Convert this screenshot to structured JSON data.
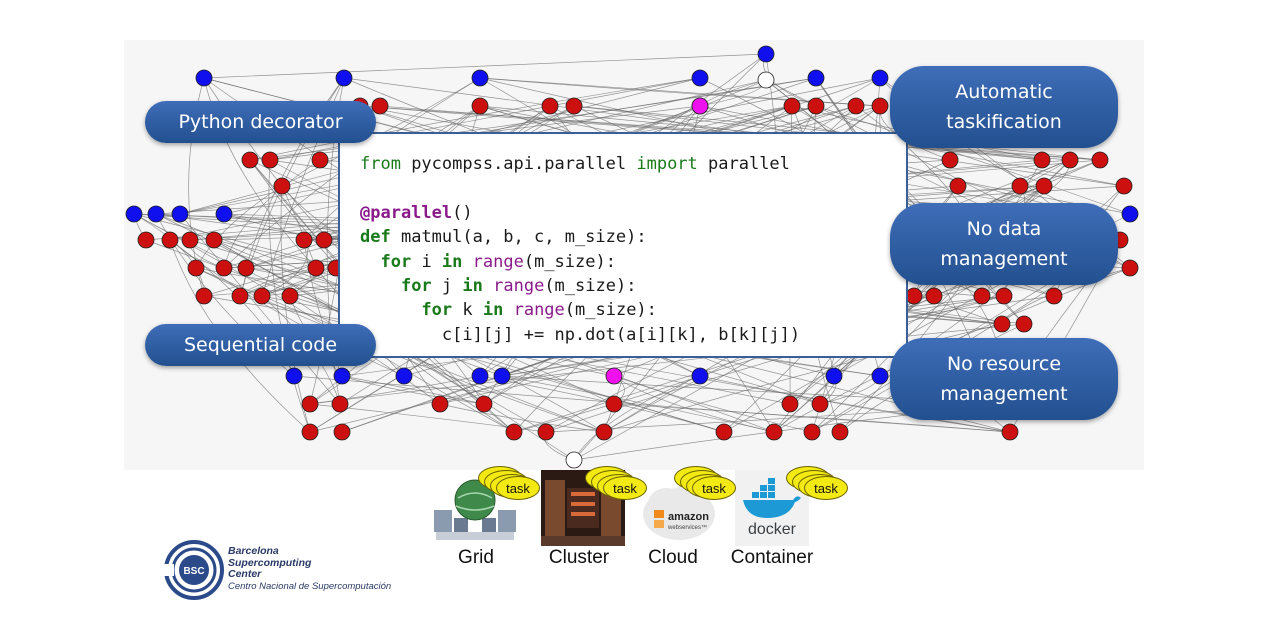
{
  "code": {
    "lines": [
      [
        {
          "t": "from",
          "c": "kw-green"
        },
        {
          "t": " pycompss.api.parallel ",
          "c": ""
        },
        {
          "t": "import",
          "c": "kw-green"
        },
        {
          "t": " parallel",
          "c": ""
        }
      ],
      [],
      [
        {
          "t": "@parallel",
          "c": "dec"
        },
        {
          "t": "()",
          "c": ""
        }
      ],
      [
        {
          "t": "def",
          "c": "kw-bold"
        },
        {
          "t": " matmul(a, b, c, m_size):",
          "c": ""
        }
      ],
      [
        {
          "t": "  ",
          "c": ""
        },
        {
          "t": "for",
          "c": "kw-bold"
        },
        {
          "t": " i ",
          "c": ""
        },
        {
          "t": "in",
          "c": "kw-bold"
        },
        {
          "t": " ",
          "c": ""
        },
        {
          "t": "range",
          "c": "bi"
        },
        {
          "t": "(m_size):",
          "c": ""
        }
      ],
      [
        {
          "t": "    ",
          "c": ""
        },
        {
          "t": "for",
          "c": "kw-bold"
        },
        {
          "t": " j ",
          "c": ""
        },
        {
          "t": "in",
          "c": "kw-bold"
        },
        {
          "t": " ",
          "c": ""
        },
        {
          "t": "range",
          "c": "bi"
        },
        {
          "t": "(m_size):",
          "c": ""
        }
      ],
      [
        {
          "t": "      ",
          "c": ""
        },
        {
          "t": "for",
          "c": "kw-bold"
        },
        {
          "t": " k ",
          "c": ""
        },
        {
          "t": "in",
          "c": "kw-bold"
        },
        {
          "t": " ",
          "c": ""
        },
        {
          "t": "range",
          "c": "bi"
        },
        {
          "t": "(m_size):",
          "c": ""
        }
      ],
      [
        {
          "t": "        c[i][j] += np.dot(a[i][k], b[k][j])",
          "c": ""
        }
      ]
    ]
  },
  "callouts": {
    "python_decorator": "Python decorator",
    "sequential_code": "Sequential code",
    "automatic_taskification": "Automatic\ntaskification",
    "no_data_management": "No data\nmanagement",
    "no_resource_management": "No resource\nmanagement"
  },
  "infrastructure": [
    {
      "label": "Grid",
      "task": "task",
      "icon": "grid-computers-icon"
    },
    {
      "label": "Cluster",
      "task": "task",
      "icon": "cluster-datacenter-icon"
    },
    {
      "label": "Cloud",
      "task": "task",
      "icon": "amazon-web-services-cloud-icon"
    },
    {
      "label": "Container",
      "task": "task",
      "icon": "docker-whale-icon"
    }
  ],
  "cloud_logo_text": {
    "line1": "amazon",
    "line2": "webservices™"
  },
  "docker_logo_text": "docker",
  "logo": {
    "mark": "BSC",
    "line1": "Barcelona",
    "line2": "Supercomputing",
    "line3": "Center",
    "line4": "Centro Nacional de Supercomputación"
  },
  "colors": {
    "pill": "#2d5aa0",
    "node_blue": "#1010ee",
    "node_red": "#cc1010",
    "node_magenta": "#ee10ee",
    "task_yellow": "#f3ea13"
  }
}
